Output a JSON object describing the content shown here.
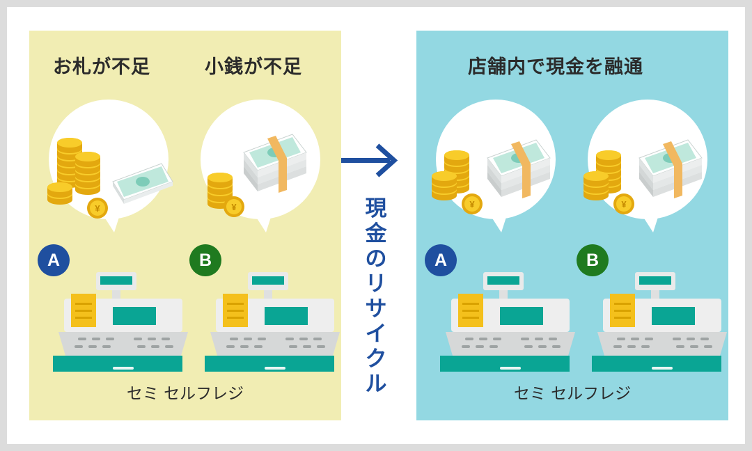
{
  "left_panel": {
    "heading_a": "お札が不足",
    "heading_b": "小銭が不足",
    "caption": "セミ セルフレジ",
    "register_a_badge": "A",
    "register_b_badge": "B"
  },
  "middle": {
    "label": "現金のリサイクル"
  },
  "right_panel": {
    "heading": "店舗内で現金を融通",
    "caption": "セミ セルフレジ",
    "register_a_badge": "A",
    "register_b_badge": "B"
  },
  "colors": {
    "left_bg": "#f1edb3",
    "right_bg": "#93d8e2",
    "accent_blue": "#1f4f9f",
    "accent_green": "#1f7a1f",
    "register_teal": "#0aa594",
    "coin_gold": "#f4c01c",
    "banknote": "#bfe8dc"
  },
  "icons": [
    "coin-stack-icon",
    "banknote-icon",
    "cash-bundle-icon",
    "cash-register-icon",
    "arrow-right-icon",
    "yen-coin-icon"
  ]
}
